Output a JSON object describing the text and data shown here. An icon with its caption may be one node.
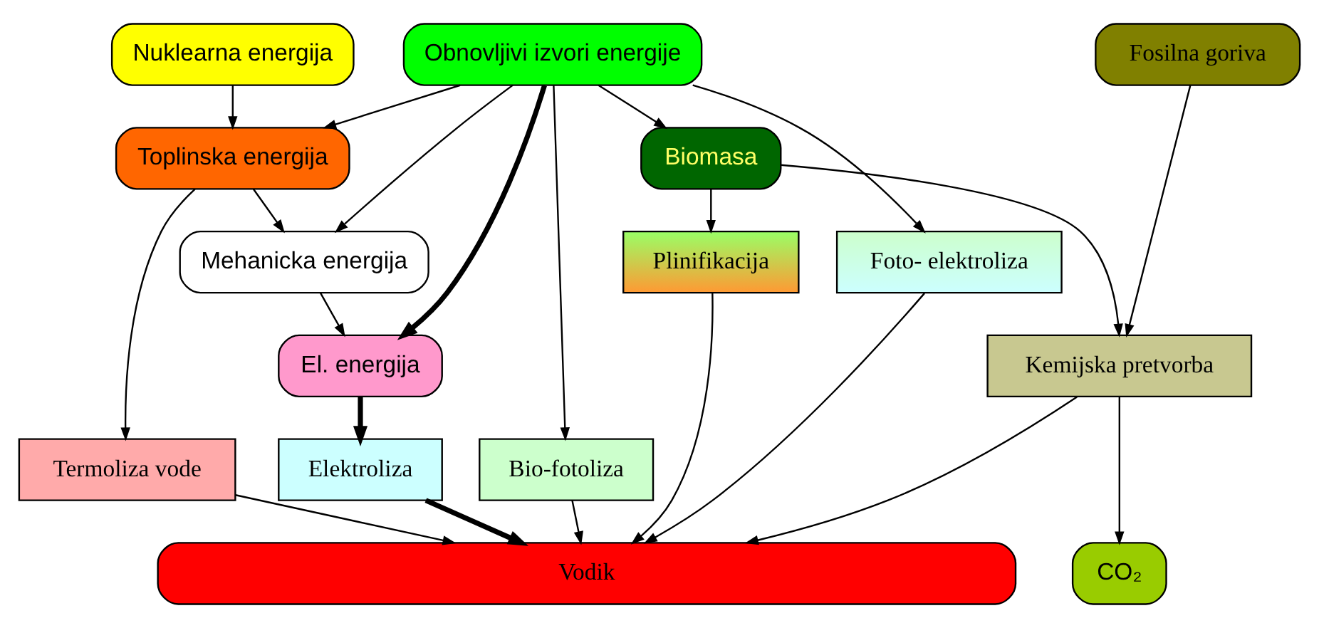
{
  "diagram": {
    "nodes": [
      {
        "text": [
          "Nuklearna energija"
        ]
      },
      {
        "text": [
          "Obnovljivi izvori energije"
        ]
      },
      {
        "text": [
          "Fosilna goriva"
        ]
      },
      {
        "text": [
          "Toplinska energija"
        ]
      },
      {
        "text": [
          "Biomasa"
        ]
      },
      {
        "text": [
          "Mehanicka energija"
        ]
      },
      {
        "text": [
          "Foto- elektroliza"
        ]
      },
      {
        "text": [
          "Plinifikacija"
        ]
      },
      {
        "text": [
          "El. energija"
        ]
      },
      {
        "text": [
          "Kemijska pretvorba"
        ]
      },
      {
        "text": [
          "Termoliza vode"
        ]
      },
      {
        "text": [
          "Elektroliza"
        ]
      },
      {
        "text": [
          "Bio-fotoliza"
        ]
      },
      {
        "text": [
          "Vodik"
        ]
      },
      {
        "text": [
          "CO₂"
        ]
      }
    ],
    "edges": [
      {
        "from": 0,
        "to": 3,
        "arrow": "to"
      },
      {
        "from": 1,
        "to": 3,
        "arrow": "to"
      },
      {
        "from": 1,
        "to": 5,
        "arrow": "to"
      },
      {
        "from": 1,
        "to": 8,
        "arrow": "to",
        "style": "thick"
      },
      {
        "from": 1,
        "to": 6,
        "arrow": "to"
      },
      {
        "from": 1,
        "to": 12,
        "arrow": "to"
      },
      {
        "from": 1,
        "to": 4,
        "arrow": "to"
      },
      {
        "from": 2,
        "to": 9,
        "arrow": "to"
      },
      {
        "from": 3,
        "to": 5,
        "arrow": "to"
      },
      {
        "from": 3,
        "to": 10,
        "arrow": "to"
      },
      {
        "from": 4,
        "to": 7,
        "arrow": "to"
      },
      {
        "from": 4,
        "to": 9,
        "arrow": "to"
      },
      {
        "from": 5,
        "to": 8,
        "arrow": "to"
      },
      {
        "from": 8,
        "to": 11,
        "arrow": "to",
        "style": "thick"
      },
      {
        "from": 10,
        "to": 13,
        "arrow": "to"
      },
      {
        "from": 11,
        "to": 13,
        "arrow": "to",
        "style": "thick"
      },
      {
        "from": 6,
        "to": 13,
        "arrow": "to"
      },
      {
        "from": 12,
        "to": 13,
        "arrow": "to"
      },
      {
        "from": 7,
        "to": 13,
        "arrow": "to"
      },
      {
        "from": 9,
        "to": 13,
        "arrow": "to"
      },
      {
        "from": 9,
        "to": 14,
        "arrow": "to"
      }
    ]
  }
}
